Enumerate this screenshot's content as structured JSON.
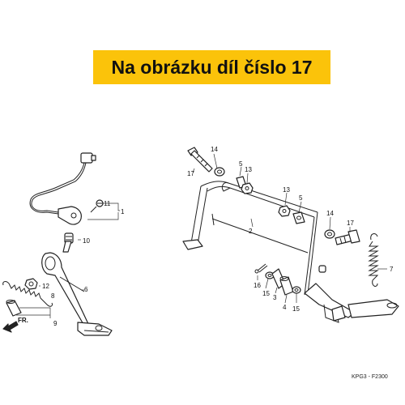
{
  "banner": {
    "text": "Na obrázku díl číslo 17",
    "color": "#fbc30a"
  },
  "direction": {
    "label": "FR."
  },
  "diagram_code": "KPG3 - F2300",
  "callouts": [
    "1",
    "2",
    "3",
    "4",
    "5",
    "5",
    "6",
    "7",
    "8",
    "9",
    "10",
    "11",
    "12",
    "13",
    "13",
    "14",
    "14",
    "15",
    "15",
    "16",
    "17",
    "17"
  ]
}
